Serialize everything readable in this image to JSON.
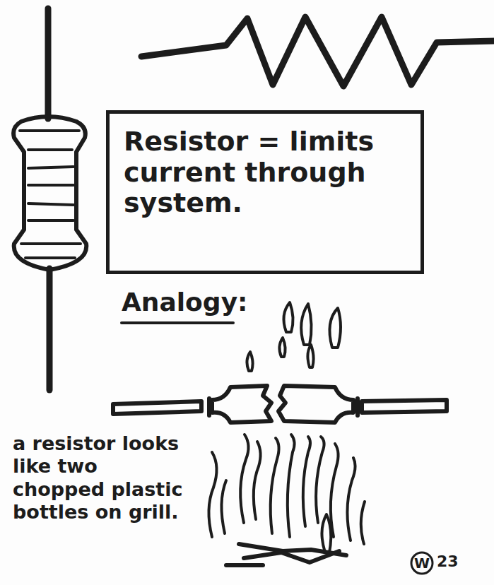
{
  "diagram": {
    "nodes": [
      {
        "text": [
          "Resistor = limits current through system."
        ]
      },
      {
        "text": [
          "W"
        ]
      }
    ],
    "labels": [
      "Analogy:",
      "a resistor looks like two chopped plastic bottles on grill.",
      "23"
    ]
  }
}
